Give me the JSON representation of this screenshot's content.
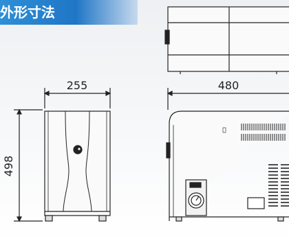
{
  "title": "外形寸法",
  "dimensions": {
    "front_width": "255",
    "side_width": "480",
    "height": "498"
  },
  "colors": {
    "title_bg": "#1f76c6",
    "title_text": "#ffffff",
    "line": "#222222",
    "background": "#eef0f3"
  }
}
